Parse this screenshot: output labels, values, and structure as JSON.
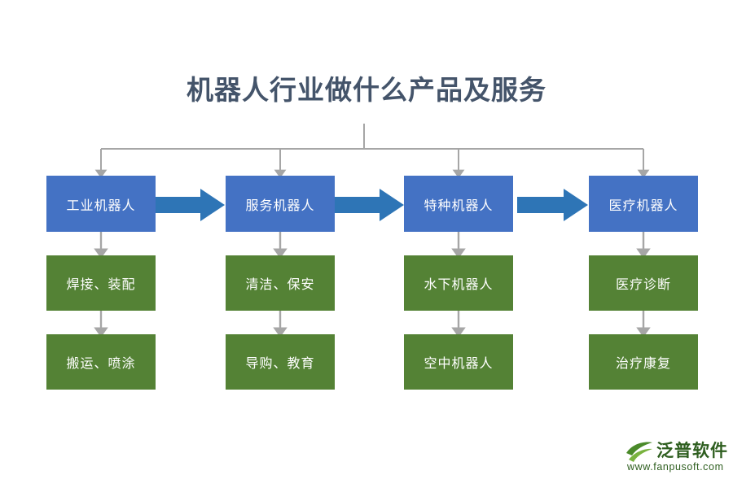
{
  "title": "机器人行业做什么产品及服务",
  "columns": [
    {
      "head": {
        "label": "工业机器人",
        "color": "#4472c4"
      },
      "items": [
        {
          "label": "焊接、装配",
          "color": "#548235"
        },
        {
          "label": "搬运、喷涂",
          "color": "#548235"
        }
      ]
    },
    {
      "head": {
        "label": "服务机器人",
        "color": "#4472c4"
      },
      "items": [
        {
          "label": "清洁、保安",
          "color": "#548235"
        },
        {
          "label": "导购、教育",
          "color": "#548235"
        }
      ]
    },
    {
      "head": {
        "label": "特种机器人",
        "color": "#4472c4"
      },
      "items": [
        {
          "label": "水下机器人",
          "color": "#548235"
        },
        {
          "label": "空中机器人",
          "color": "#548235"
        }
      ]
    },
    {
      "head": {
        "label": "医疗机器人",
        "color": "#4472c4"
      },
      "items": [
        {
          "label": "医疗诊断",
          "color": "#548235"
        },
        {
          "label": "治疗康复",
          "color": "#548235"
        }
      ]
    }
  ],
  "arrows": {
    "between_heads_color": "#2e75b6",
    "down_arrow_color": "#a6a6a6",
    "bracket_color": "#a6a6a6"
  },
  "logo": {
    "name": "泛普软件",
    "url": "www.fanpusoft.com",
    "color": "#2e5e1f"
  },
  "watermark": {
    "text": "泛普",
    "color": "#548235"
  }
}
